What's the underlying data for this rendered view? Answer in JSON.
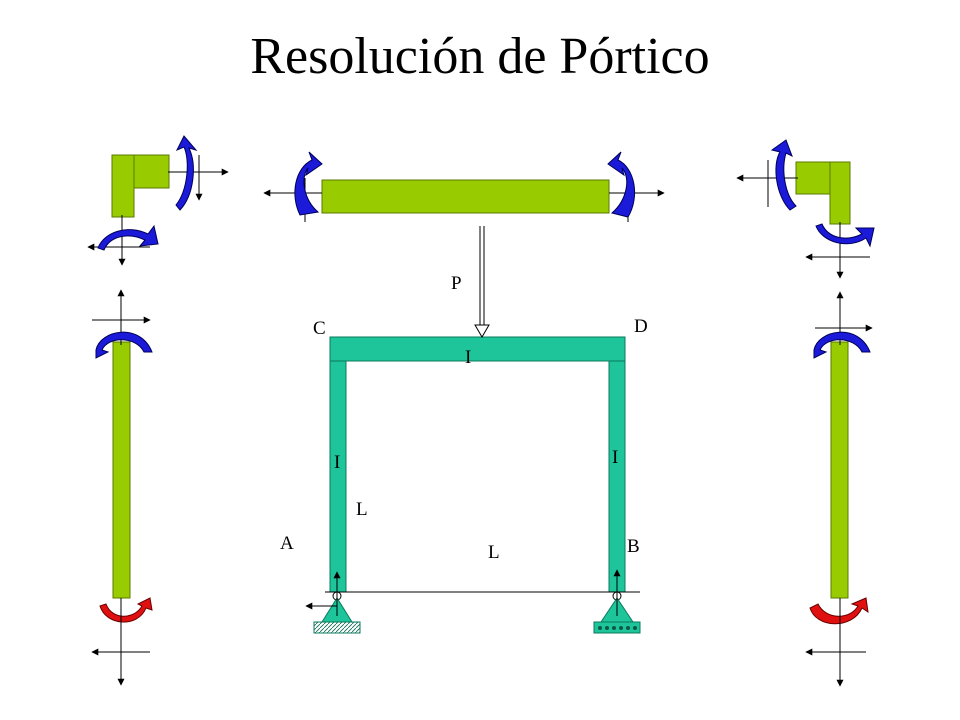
{
  "slide": {
    "title": "Resolución de Pórtico"
  },
  "frame": {
    "labels": {
      "load": "P",
      "node_c": "C",
      "node_d": "D",
      "node_a": "A",
      "node_b": "B"
    },
    "inertia": {
      "beam": "I",
      "left_column": "I",
      "right_column": "I"
    },
    "lengths": {
      "column": "L",
      "span": "L"
    }
  },
  "colors": {
    "frame_member": "#1ec49a",
    "free_body_member": "#99cc00",
    "moment_arrow_blue": "#1a1ad8",
    "moment_arrow_red": "#e01010",
    "support": "#1ec49a"
  }
}
